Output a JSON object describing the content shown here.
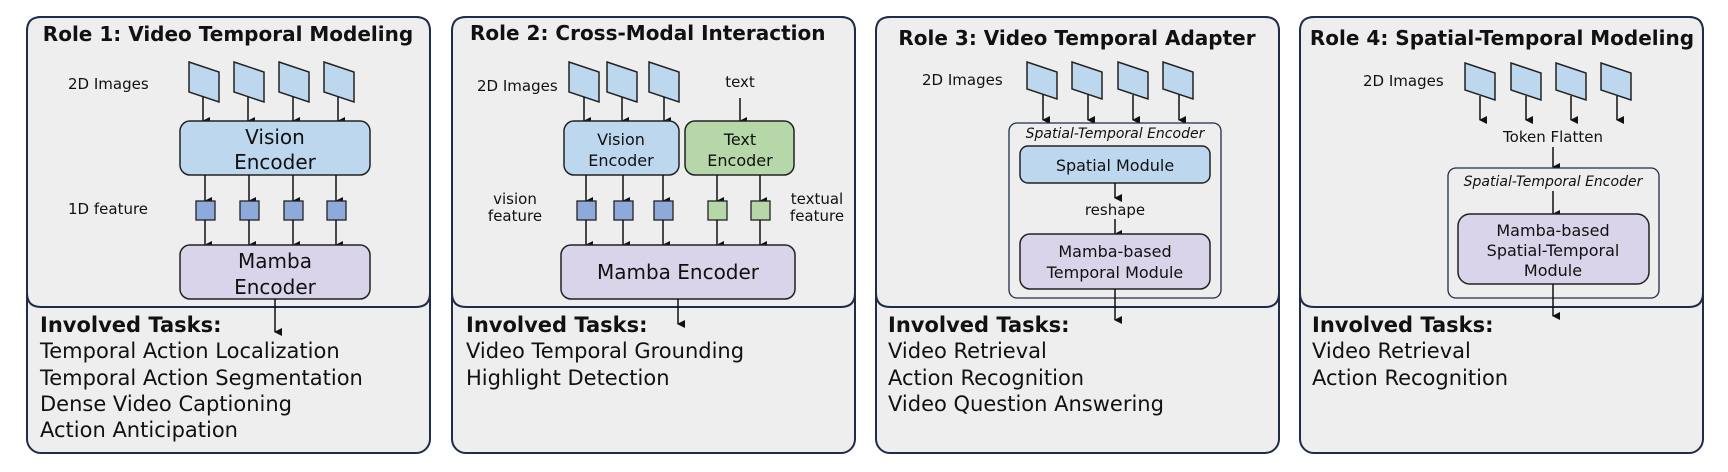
{
  "roles": [
    {
      "title": "Role 1: Video Temporal Modeling",
      "input_label": "2D Images",
      "feature_label": "1D feature",
      "encoder_lines": [
        "Vision",
        "Encoder"
      ],
      "mamba_lines": [
        "Mamba",
        "Encoder"
      ],
      "tasks_title": "Involved Tasks:",
      "tasks": [
        "Temporal Action Localization",
        "Temporal Action Segmentation",
        "Dense Video Captioning",
        "Action Anticipation"
      ]
    },
    {
      "title": "Role 2: Cross-Modal Interaction",
      "input_label": "2D Images",
      "text_label": "text",
      "vision_feature_lines": [
        "vision",
        "feature"
      ],
      "textual_feature_lines": [
        "textual",
        "feature"
      ],
      "vision_encoder_lines": [
        "Vision",
        "Encoder"
      ],
      "text_encoder_lines": [
        "Text",
        "Encoder"
      ],
      "mamba_label": "Mamba Encoder",
      "tasks_title": "Involved Tasks:",
      "tasks": [
        "Video Temporal Grounding",
        "Highlight Detection"
      ]
    },
    {
      "title": "Role 3: Video Temporal Adapter",
      "input_label": "2D Images",
      "st_encoder_label": "Spatial-Temporal Encoder",
      "spatial_module": "Spatial Module",
      "reshape_label": "reshape",
      "temporal_module_lines": [
        "Mamba-based",
        "Temporal Module"
      ],
      "tasks_title": "Involved Tasks:",
      "tasks": [
        "Video Retrieval",
        "Action Recognition",
        "Video Question Answering"
      ]
    },
    {
      "title": "Role 4: Spatial-Temporal Modeling",
      "input_label": "2D Images",
      "flatten_label": "Token Flatten",
      "st_encoder_label": "Spatial-Temporal Encoder",
      "st_module_lines": [
        "Mamba-based",
        "Spatial-Temporal",
        "Module"
      ],
      "tasks_title": "Involved Tasks:",
      "tasks": [
        "Video Retrieval",
        "Action Recognition"
      ]
    }
  ],
  "colors": {
    "panel_bg": "#eeeeee",
    "border": "#1f2d4a",
    "vision_blue": "#bdd7ee",
    "feature_blue": "#8eaadb",
    "text_green": "#b6d7a8",
    "mamba_purple": "#d9d4ea"
  }
}
